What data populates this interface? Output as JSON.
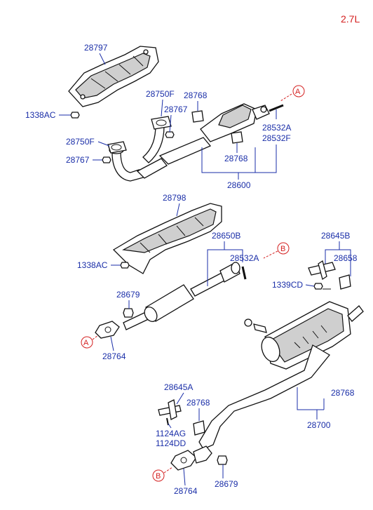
{
  "engine_label": "2.7L",
  "markers": {
    "a": "A",
    "b": "B"
  },
  "labels": {
    "l28797": "28797",
    "l1338ac_top": "1338AC",
    "l28750f_top": "28750F",
    "l28768_top": "28768",
    "l28767_top": "28767",
    "l28750f_left": "28750F",
    "l28767_left": "28767",
    "l28532a_top": "28532A",
    "l28532f": "28532F",
    "l28768_mid": "28768",
    "l28600": "28600",
    "l28798": "28798",
    "l28650b": "28650B",
    "l28532a_mid": "28532A",
    "l1338ac_mid": "1338AC",
    "l28645b": "28645B",
    "l28658": "28658",
    "l1339cd": "1339CD",
    "l28679_mid": "28679",
    "l28764_mid": "28764",
    "l28645a": "28645A",
    "l28768_low": "28768",
    "l1124ag": "1124AG",
    "l1124dd": "1124DD",
    "l28768_right": "28768",
    "l28700": "28700",
    "l28764_bot": "28764",
    "l28679_bot": "28679"
  },
  "colors": {
    "label": "#1a2ea8",
    "marker": "#d42020",
    "part": "#111111"
  }
}
